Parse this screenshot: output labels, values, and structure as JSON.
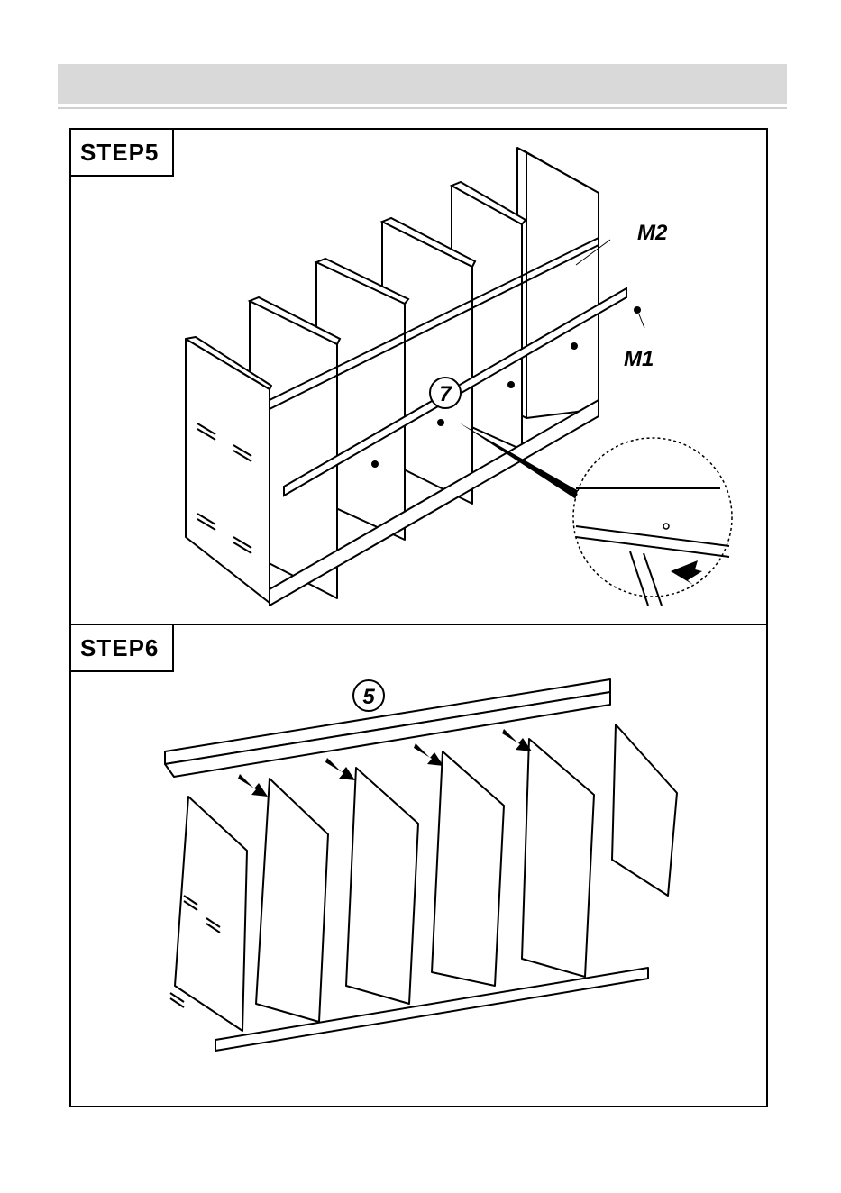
{
  "steps": [
    {
      "label": "STEP5",
      "part_number": "7",
      "hardware": [
        "M2",
        "M1"
      ]
    },
    {
      "label": "STEP6",
      "part_number": "5"
    }
  ]
}
